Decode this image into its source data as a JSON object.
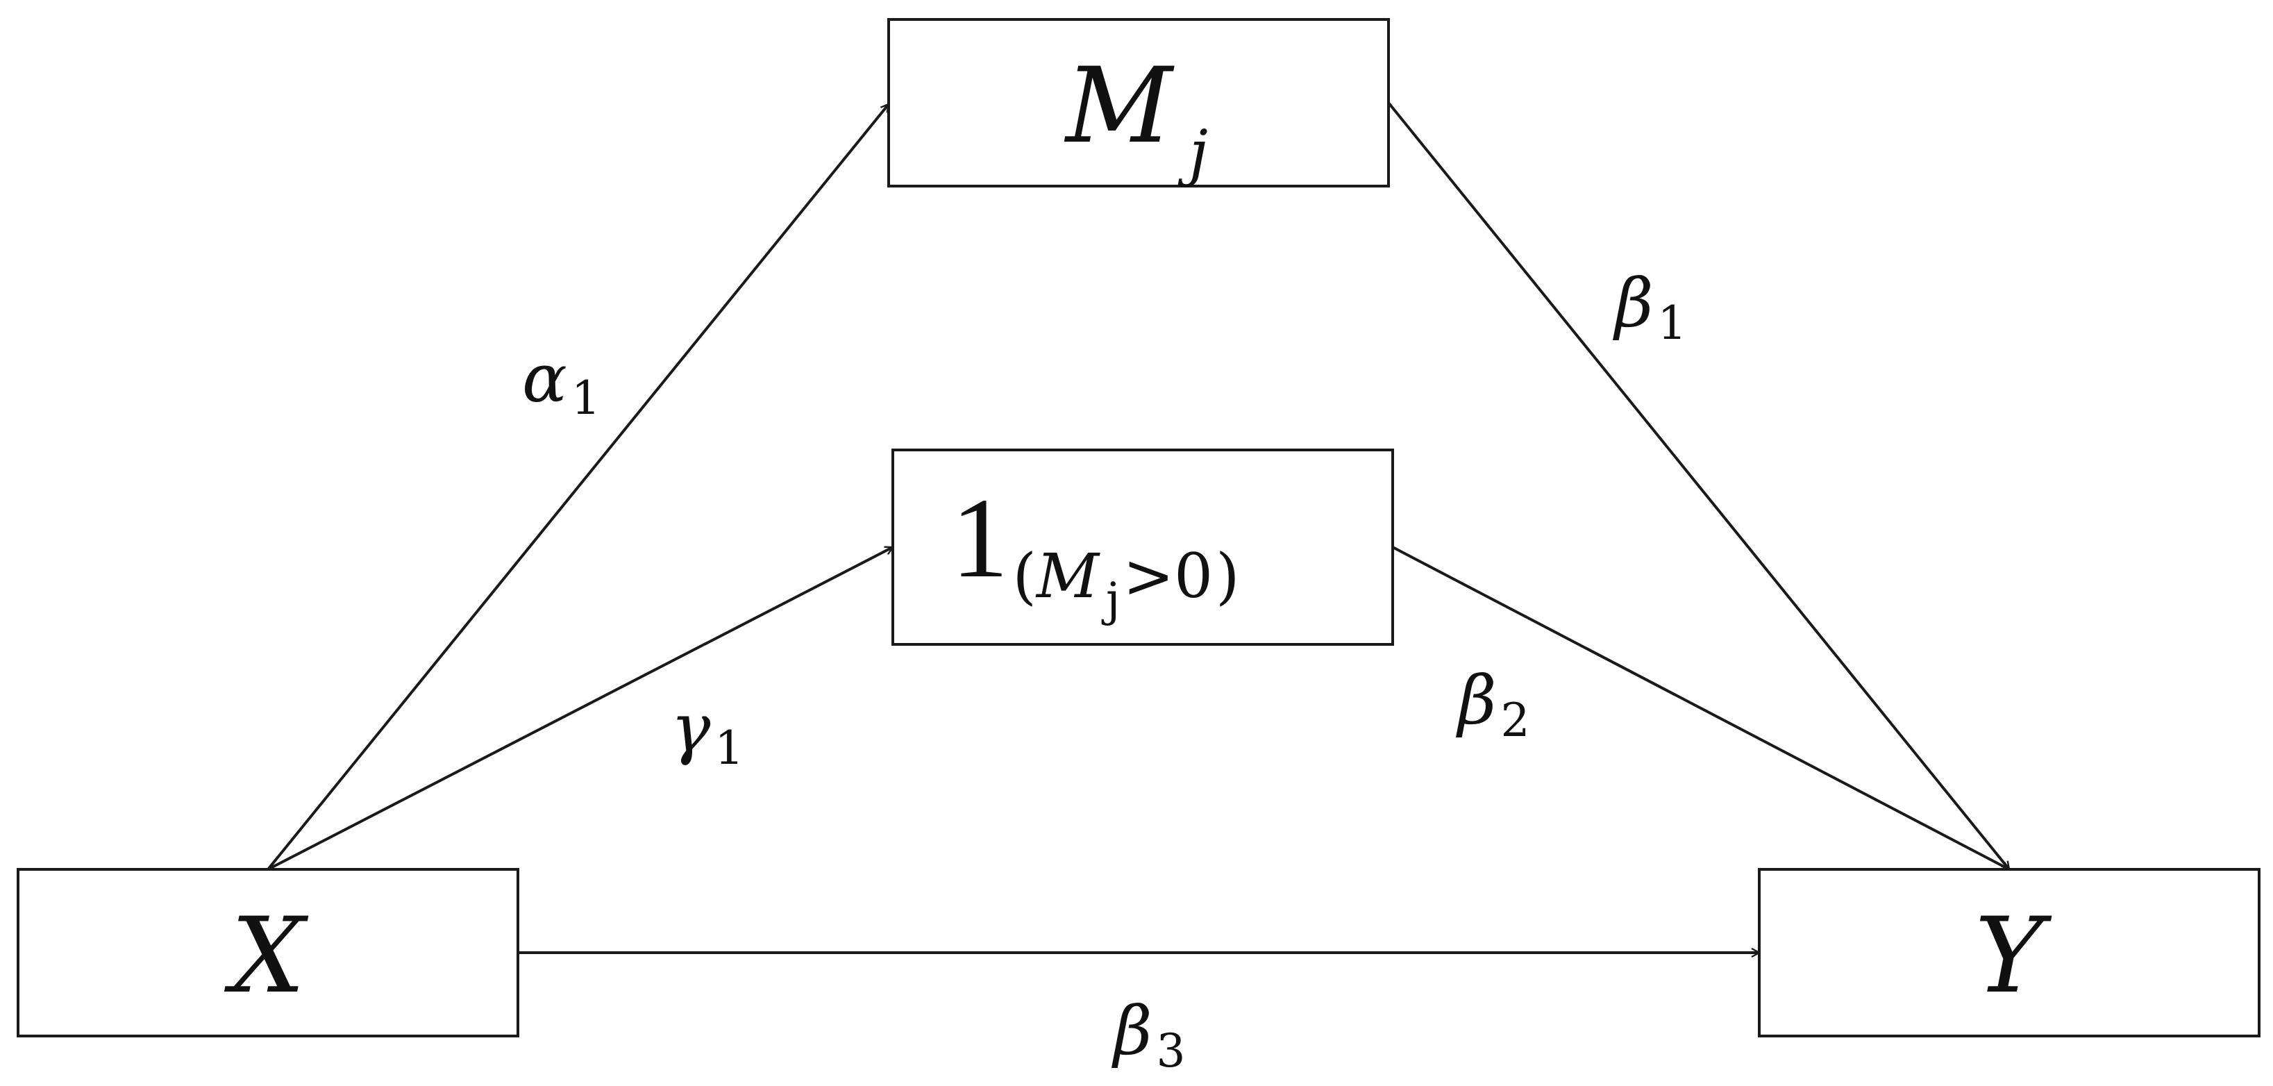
{
  "nodes": {
    "mediator": {
      "symbol": "M",
      "subscript": "j"
    },
    "indicator": {
      "symbol": "1",
      "open": "(",
      "inner_symbol": "M",
      "inner_subscript": "j",
      "relation": ">0",
      "close": ")"
    },
    "exposure": {
      "symbol": "X"
    },
    "outcome": {
      "symbol": "Y"
    }
  },
  "edges": {
    "alpha1": {
      "symbol": "α",
      "subscript": "1"
    },
    "gamma1": {
      "symbol": "γ",
      "subscript": "1"
    },
    "beta1": {
      "symbol": "β",
      "subscript": "1"
    },
    "beta2": {
      "symbol": "β",
      "subscript": "2"
    },
    "beta3": {
      "symbol": "β",
      "subscript": "3"
    }
  }
}
